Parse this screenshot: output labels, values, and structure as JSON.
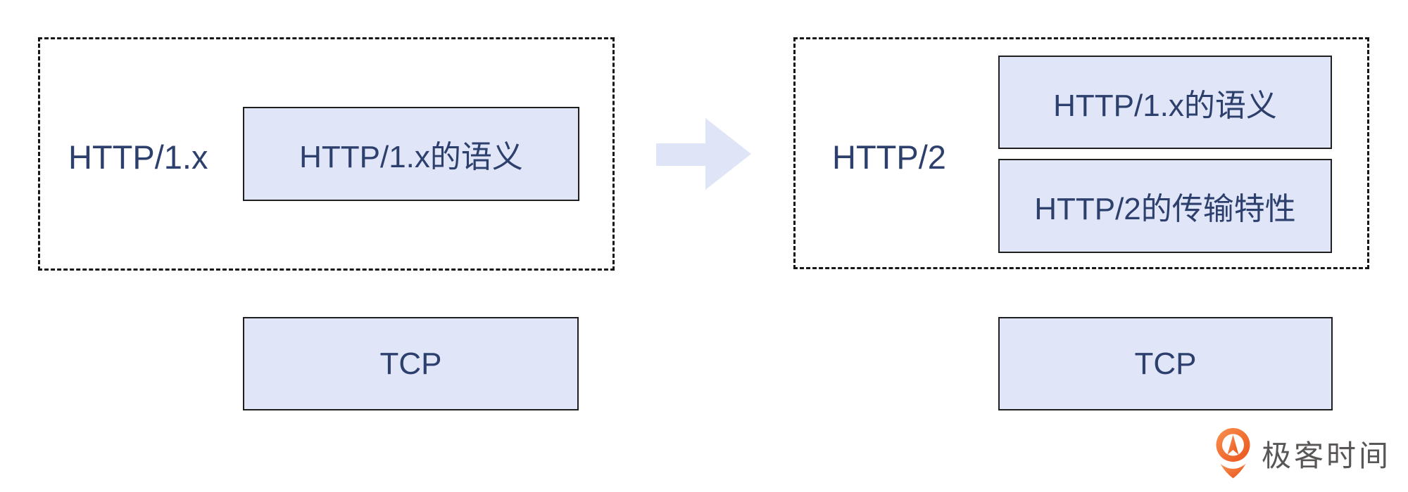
{
  "colors": {
    "box-fill": "#e0e6f7",
    "box-border": "#1f1f1f",
    "navy-text": "#2d3f6c",
    "dashed-border": "#161616",
    "arrow-fill": "#dfe4f6",
    "logo-orange-light": "#F9914E",
    "logo-orange-dark": "#E9531D",
    "logo-text-gray": "#595656",
    "background": "#ffffff"
  },
  "diagram": {
    "http1x": {
      "group_label": "HTTP/1.x",
      "layers": [
        "HTTP/1.x的语义"
      ],
      "tcp_label": "TCP"
    },
    "http2": {
      "group_label": "HTTP/2",
      "layers": [
        "HTTP/1.x的语义",
        "HTTP/2的传输特性"
      ],
      "tcp_label": "TCP"
    },
    "arrow_icon": "right-arrow"
  },
  "footer": {
    "logo_text": "极客时间"
  }
}
